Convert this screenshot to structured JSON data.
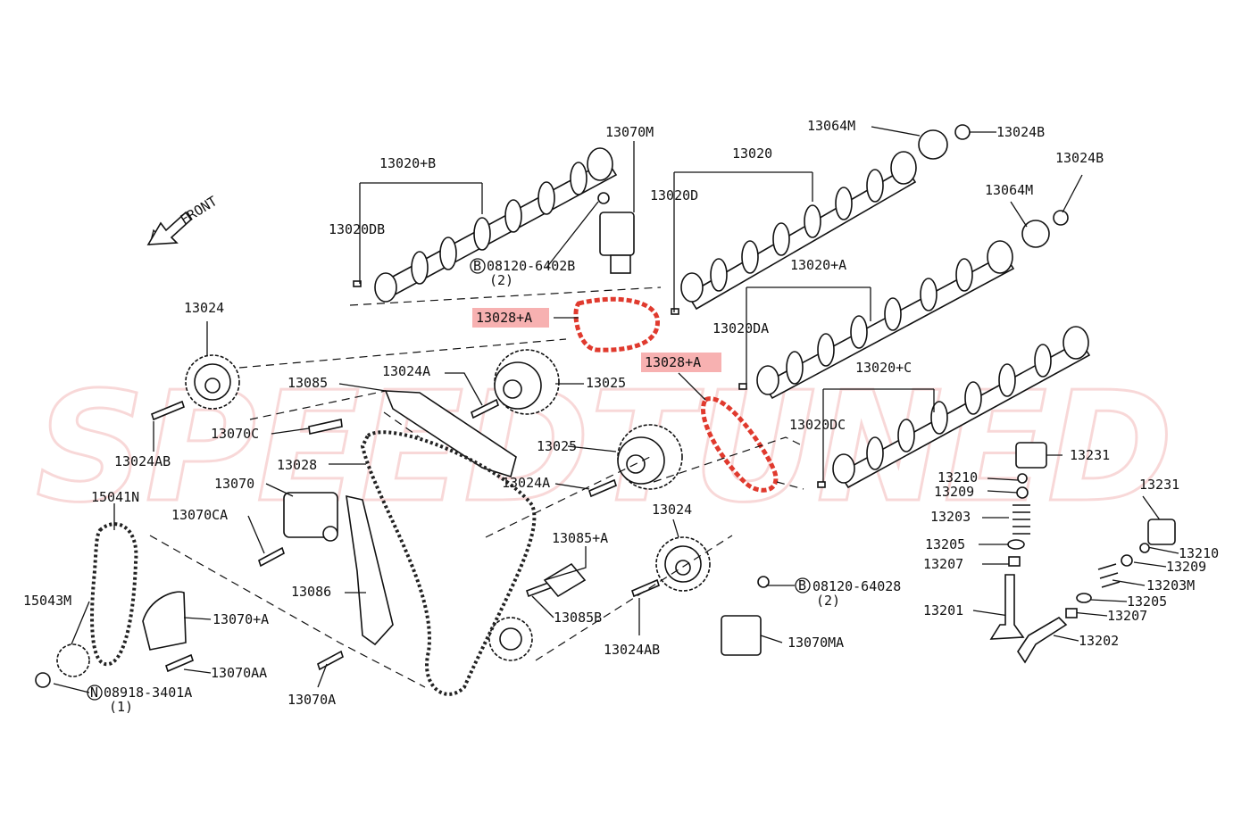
{
  "watermark": "SPEEDTUNED",
  "front_label": "FRONT",
  "highlight_color": "#f6a3a3",
  "chain_highlight_color": "#e03a2e",
  "labels": {
    "l13070M": "13070M",
    "l13020": "13020",
    "l13064M_a": "13064M",
    "l13024B_a": "13024B",
    "l13024B_b": "13024B",
    "l13020B": "13020+B",
    "l13020D": "13020D",
    "l13064M_b": "13064M",
    "l13020DB": "13020DB",
    "l08120_6402B_a": "08120-6402B",
    "l2_a": "(2)",
    "l13020A": "13020+A",
    "l13024": "13024",
    "l13028A_a": "13028+A",
    "l13020DA": "13020DA",
    "l13028A_b": "13028+A",
    "l13024A_a": "13024A",
    "l13085": "13085",
    "l13025_a": "13025",
    "l13020C": "13020+C",
    "l13070C": "13070C",
    "l13020DC": "13020DC",
    "l13024AB_a": "13024AB",
    "l13025_b": "13025",
    "l13231_a": "13231",
    "l13028": "13028",
    "l13210_a": "13210",
    "l13024A_b": "13024A",
    "l13070": "13070",
    "l13209_a": "13209",
    "l13231_b": "13231",
    "l15041N": "15041N",
    "l13024_b": "13024",
    "l13203": "13203",
    "l13070CA": "13070CA",
    "l13085A": "13085+A",
    "l13205_a": "13205",
    "l13210_b": "13210",
    "l13207_a": "13207",
    "l13209_b": "13209",
    "l08120_64028": "08120-64028",
    "l13203M": "13203M",
    "l2_b": "(2)",
    "l13086": "13086",
    "l15043M": "15043M",
    "l13205_b": "13205",
    "l13070A_plus": "13070+A",
    "l13085B": "13085B",
    "l13201": "13201",
    "l13207_b": "13207",
    "l13070MA": "13070MA",
    "l13202": "13202",
    "l13024AB_b": "13024AB",
    "l13070AA": "13070AA",
    "l08918_3401A": "08918-3401A",
    "l1": "(1)",
    "l13070A": "13070A"
  },
  "circled": {
    "B1": "B",
    "B2": "B",
    "N1": "N"
  }
}
